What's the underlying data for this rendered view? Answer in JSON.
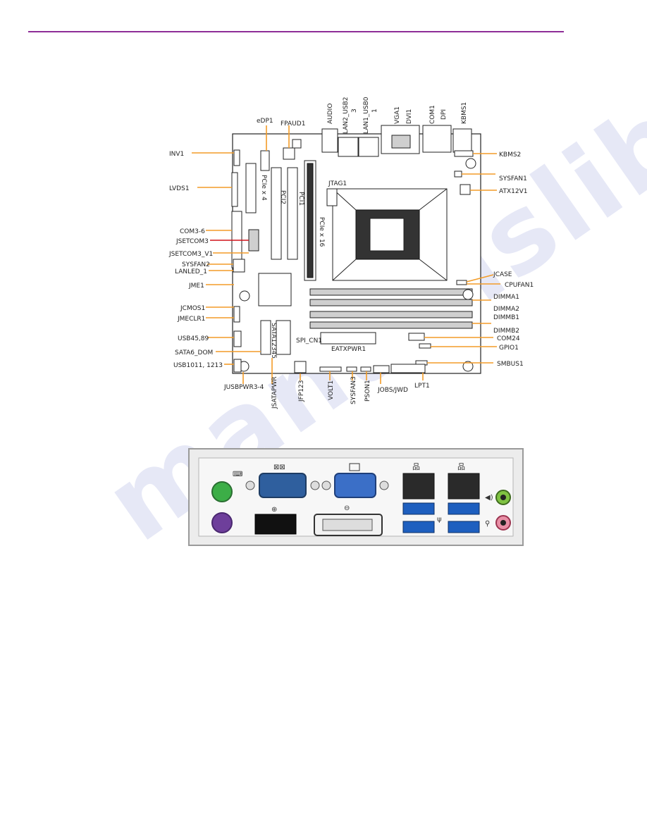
{
  "watermark": "manualslib",
  "diagram": {
    "left_labels": [
      "INV1",
      "LVDS1",
      "COM3-6",
      "JSETCOM3",
      "JSETCOM3_V1",
      "SYSFAN2",
      "LANLED_1",
      "JME1",
      "JCMOS1",
      "JMECLR1",
      "USB45,89",
      "SATA6_DOM",
      "USB1011, 1213"
    ],
    "right_labels": [
      "KBMS2",
      "SYSFAN1",
      "ATX12V1",
      "JCASE",
      "CPUFAN1",
      "DIMMA1",
      "DIMMA2",
      "DIMMB1",
      "DIMMB2",
      "COM24",
      "GPIO1",
      "SMBUS1"
    ],
    "top_labels": [
      "eDP1",
      "FPAUD1",
      "AUDIO",
      "LAN2_USB2",
      "3",
      "LAN1_USB0",
      "1",
      "VGA1",
      "DVI1",
      "COM1",
      "DPI",
      "KBMS1"
    ],
    "bottom_labels": [
      "JUSBPWR3-4",
      "JSATAPWR",
      "JFP123",
      "VOLT1",
      "SYSFAN3",
      "PSON1",
      "JOBS/JWD",
      "LPT1"
    ],
    "board_labels": [
      "PCIe x 4",
      "PCI2",
      "PCI1",
      "PCIe x 16",
      "JTAG1",
      "SPI_CN1",
      "EATXPWR1",
      "SATA12345"
    ]
  },
  "io_panel": {
    "icons": [
      "keyboard-mouse-icon",
      "serial-port-icon",
      "monitor-icon",
      "network-icon",
      "network-icon",
      "audio-out-icon",
      "mic-icon",
      "usb-icon",
      "displayport-icon",
      "dvi-icon"
    ]
  },
  "colors": {
    "rule": "#8e2d97",
    "leader": "#f39c28",
    "leader_highlight": "#d0131b"
  }
}
